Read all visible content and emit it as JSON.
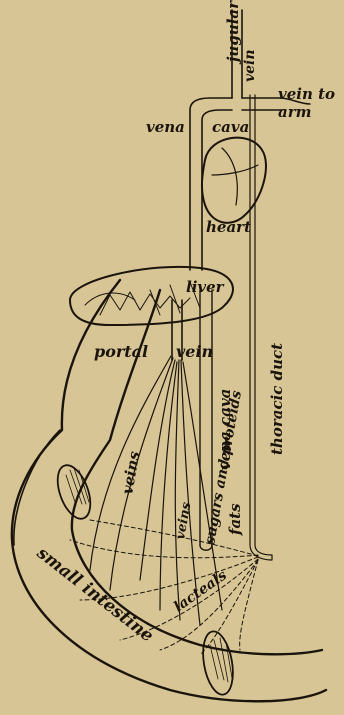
{
  "labels": {
    "jugular": "jugular",
    "vein_top": "vein",
    "vein_to_arm_1": "vein to",
    "vein_to_arm_2": "arm",
    "vena": "vena",
    "cava": "cava",
    "heart": "heart",
    "liver": "liver",
    "portal": "portal",
    "vein_portal": "vein",
    "thoracic_duct": "thoracic duct",
    "vena_cava_vertical": "vena cava",
    "sugars_and_proteids": "sugars and proteids",
    "veins_upper": "veins",
    "veins_lower": "veins",
    "fats": "fats",
    "lacteals": "lacteals",
    "small_intestine": "small intestine"
  },
  "colors": {
    "background": "#d8c596",
    "ink": "#1a140c"
  }
}
